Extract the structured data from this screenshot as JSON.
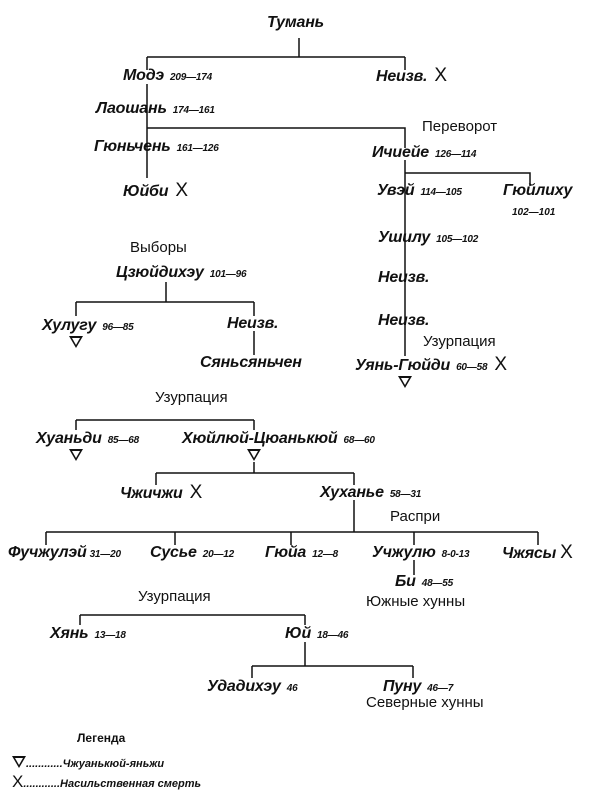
{
  "people": {
    "tuman": {
      "name": "Тумань"
    },
    "mode": {
      "name": "Модэ",
      "dates": "209—174"
    },
    "unknown1": {
      "name": "Неизв.",
      "mark": "X"
    },
    "laoshan": {
      "name": "Лаошань",
      "dates": "174—161"
    },
    "gyunchen": {
      "name": "Гюньчень",
      "dates": "161—126"
    },
    "yuibi": {
      "name": "Юйби",
      "mark": "X"
    },
    "ichiye": {
      "name": "Ичиейе",
      "dates": "126—114"
    },
    "uvei": {
      "name": "Увэй",
      "dates": "114—105"
    },
    "gyuilihu": {
      "name": "Гюйлиху",
      "dates": "102—101"
    },
    "ushilu": {
      "name": "Ушилу",
      "dates": "105—102"
    },
    "unknown2": {
      "name": "Неизв."
    },
    "unknown3": {
      "name": "Неизв."
    },
    "yan_gyuidi": {
      "name": "Уянь-Гюйди",
      "dates": "60—58",
      "mark": "X"
    },
    "czyuidihey": {
      "name": "Цзюйдихэу",
      "dates": "101—96"
    },
    "hulugu": {
      "name": "Хулугу",
      "dates": "96—85"
    },
    "unknown4": {
      "name": "Неизв."
    },
    "syansyanchen": {
      "name": "Сяньсяньчен"
    },
    "huandi": {
      "name": "Хуаньди",
      "dates": "85—68"
    },
    "hyuilyui": {
      "name": "Хюйлюй-Цюанькюй",
      "dates": "68—60"
    },
    "chzhichzhi": {
      "name": "Чжичжи",
      "mark": "X"
    },
    "huhanye": {
      "name": "Хуханье",
      "dates": "58—31"
    },
    "fuchzhuley": {
      "name": "Фучжулэй",
      "dates": "31—20"
    },
    "susye": {
      "name": "Сусье",
      "dates": "20—12"
    },
    "gyuia": {
      "name": "Гюйа",
      "dates": "12—8"
    },
    "uchzhulyu": {
      "name": "Учжулю",
      "dates": "8-0-13"
    },
    "chzhyasy": {
      "name": "Чжясы",
      "mark": "X"
    },
    "bi": {
      "name": "Би",
      "dates": "48—55"
    },
    "hyan": {
      "name": "Хянь",
      "dates": "13—18"
    },
    "yui": {
      "name": "Юй",
      "dates": "18—46"
    },
    "udadihey": {
      "name": "Удадихэу",
      "dates": "46"
    },
    "punu": {
      "name": "Пуну",
      "dates": "46—7"
    }
  },
  "events": {
    "coup": "Переворот",
    "elections": "Выборы",
    "usurpation1": "Узурпация",
    "usurpation2": "Узурпация",
    "strife": "Распри",
    "usurpation3": "Узурпация",
    "southern": "Южные хунны",
    "northern": "Северные хунны"
  },
  "legend": {
    "title": "Легенда",
    "triangle": "............Чжуанькюй-яньжи",
    "cross_symbol": "X",
    "cross": "............Насильственная смерть"
  }
}
